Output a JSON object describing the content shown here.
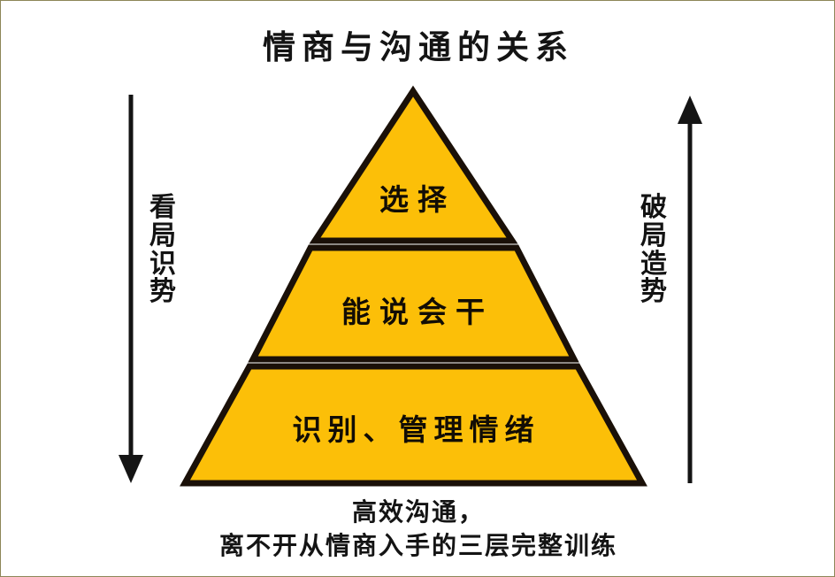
{
  "title": "情商与沟通的关系",
  "colors": {
    "pyramid_fill": "#fcbf08",
    "pyramid_stroke": "#1a1008",
    "text": "#141414",
    "background": "#ffffff",
    "frame_border": "#8d8657"
  },
  "pyramid": {
    "tiers": [
      {
        "level": 1,
        "label": "选择"
      },
      {
        "level": 2,
        "label": "能说会干"
      },
      {
        "level": 3,
        "label": "识别、管理情绪"
      }
    ]
  },
  "side_labels": {
    "left": {
      "text": "看局识势",
      "chars": [
        "看",
        "局",
        "识",
        "势"
      ],
      "arrow": "down-arrow"
    },
    "right": {
      "text": "破局造势",
      "chars": [
        "破",
        "局",
        "造",
        "势"
      ],
      "arrow": "up-arrow"
    }
  },
  "caption": {
    "line1": "高效沟通，",
    "line2": "离不开从情商入手的三层完整训练"
  }
}
